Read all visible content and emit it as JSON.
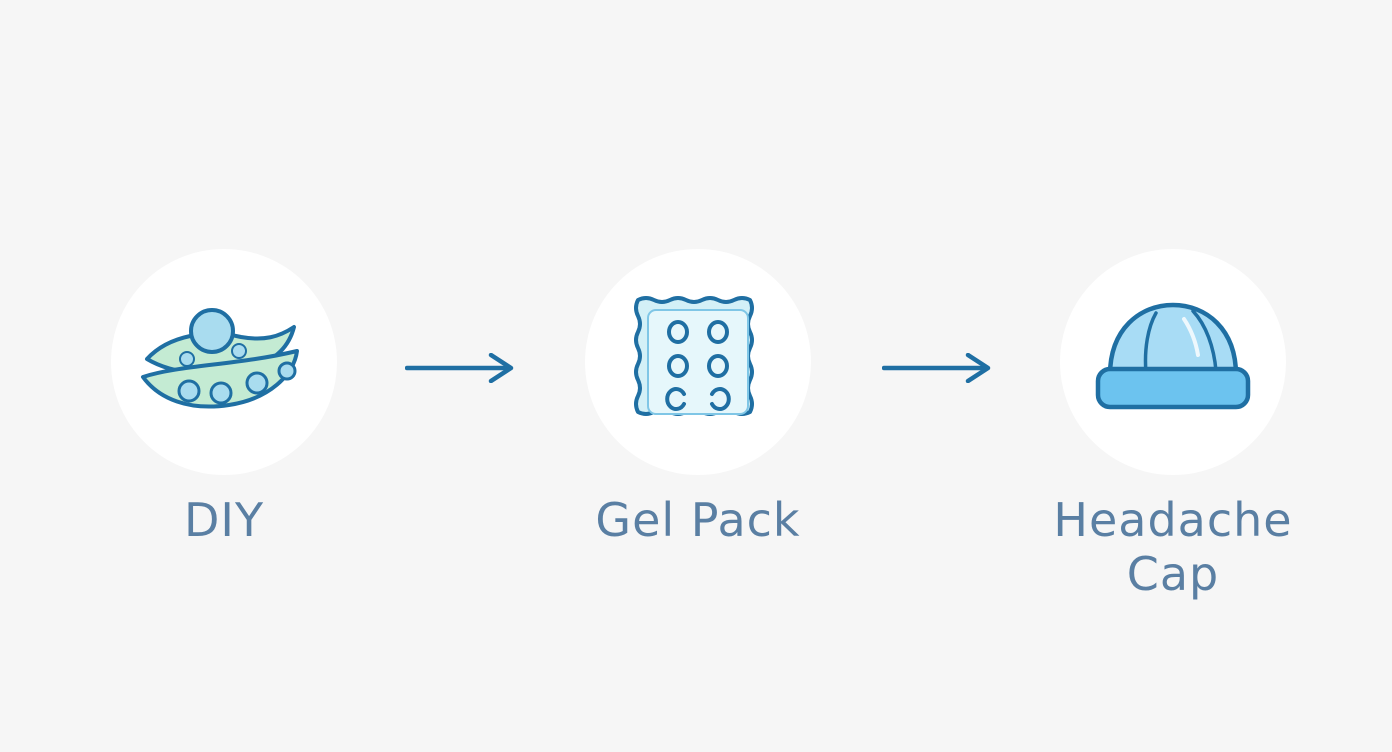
{
  "steps": [
    {
      "label": "DIY",
      "icon": "peas-pod-icon"
    },
    {
      "label": "Gel Pack",
      "icon": "gel-pack-icon"
    },
    {
      "label": "Headache\nCap",
      "icon": "headache-cap-icon"
    }
  ],
  "arrows": [
    "arrow-right-icon",
    "arrow-right-icon"
  ],
  "colors": {
    "background": "#f6f6f6",
    "circle": "#ffffff",
    "stroke": "#1f6fa3",
    "label": "#5a7fa3",
    "pea_fill": "#c4ebd3",
    "gel_fill": "#d3f0f7",
    "cap_fill": "#a8dcf5",
    "cap_band": "#6cc3ef"
  }
}
